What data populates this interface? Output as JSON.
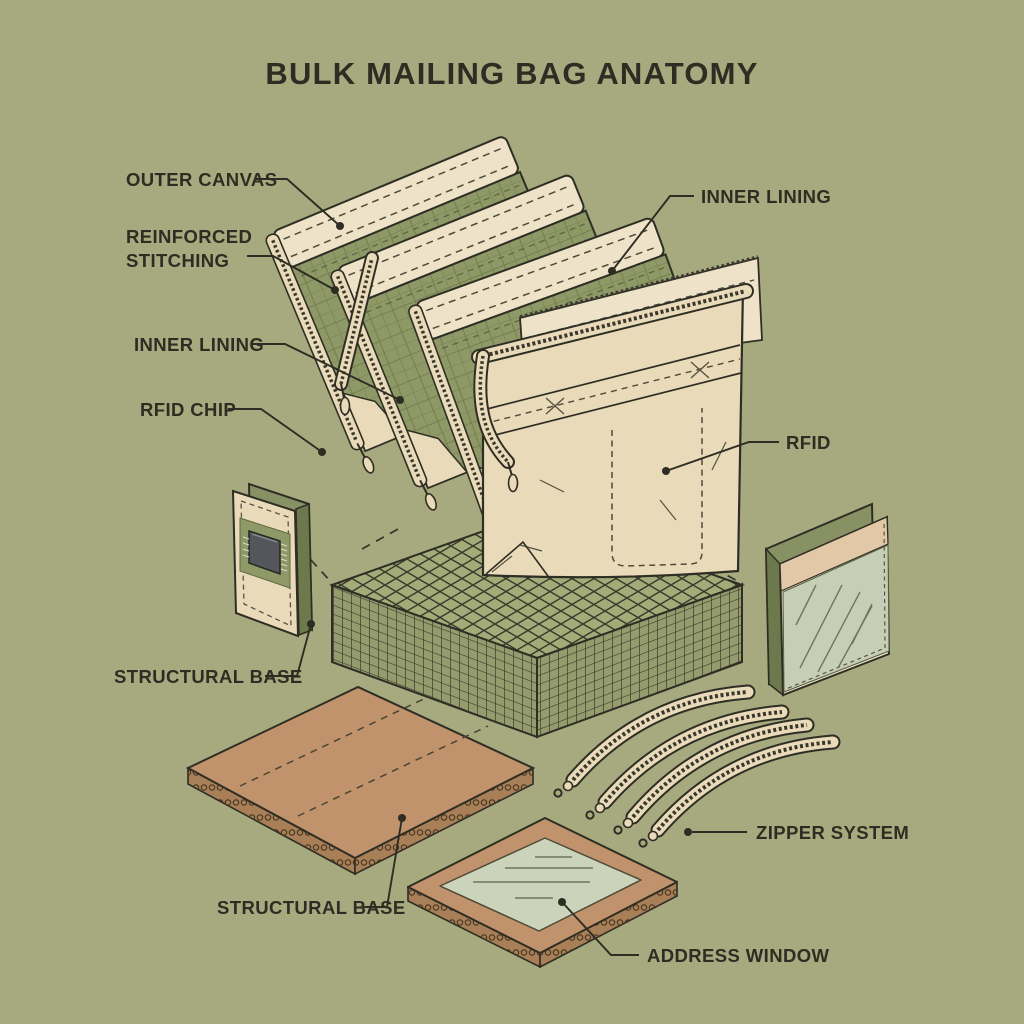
{
  "title": "BULK MAILING BAG ANATOMY",
  "labels": {
    "outer_canvas": "OUTER CANVAS",
    "reinforced_line1": "REINFORCED",
    "reinforced_line2": "STITCHING",
    "inner_lining_left": "INNER LINING",
    "rfid_chip": "RFID CHIP",
    "inner_lining_right": "INNER LINING",
    "rfid": "RFID",
    "structural_base_left": "STRUCTURAL BASE",
    "structural_base_bottom": "STRUCTURAL BASE",
    "zipper_system": "ZIPPER SYSTEM",
    "address_window": "ADDRESS WINDOW"
  },
  "colors": {
    "bg": "#a6aa7e",
    "ink": "#2e2d23",
    "cream": "#e9dab9",
    "cream-light": "#eee3c8",
    "olive": "#8f9968",
    "olive-line": "#73804d",
    "olive-dark": "#6d784c",
    "mesh-top": "#a3ab79",
    "mesh-side": "#949c6d",
    "mesh-line": "#363c2b",
    "board": "#c0936c",
    "board-edge": "#a97f58",
    "glass": "#c9d1b7",
    "tan-strip": "#e2c8a6",
    "chip": "#54565c"
  }
}
